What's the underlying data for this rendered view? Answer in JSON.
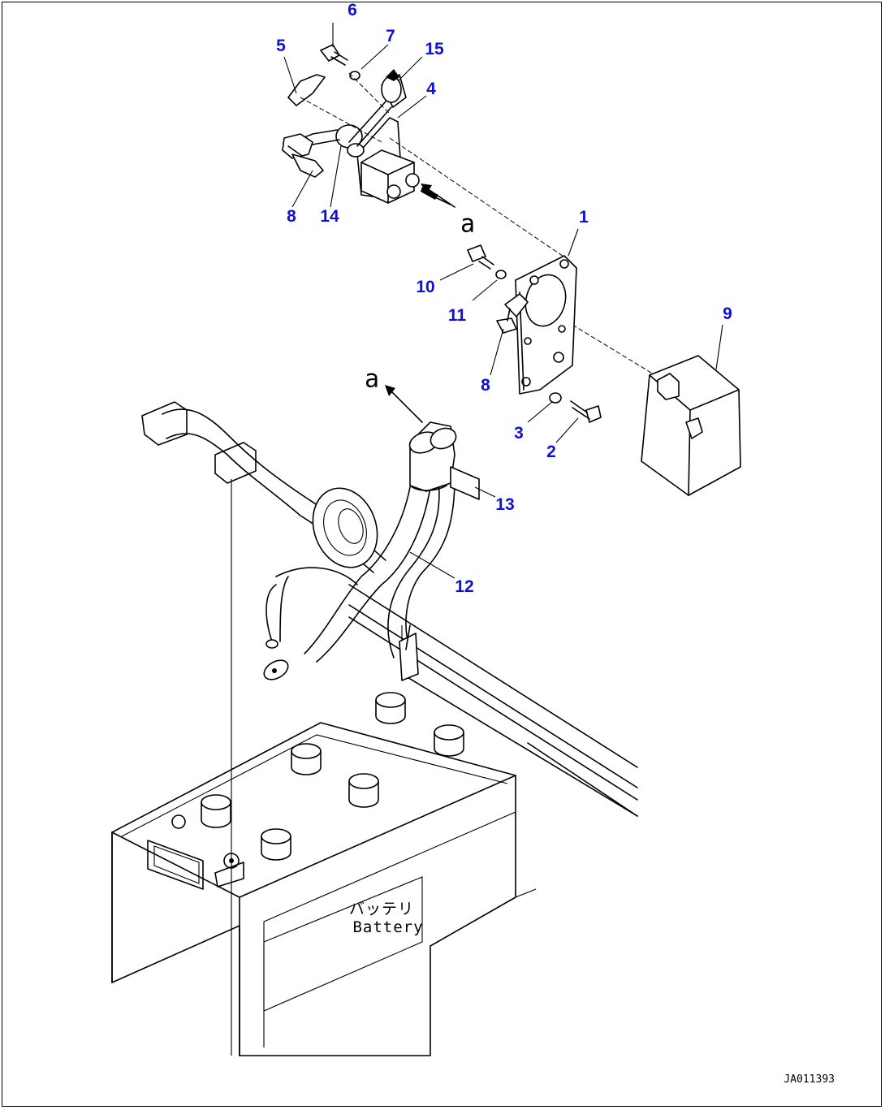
{
  "diagram": {
    "label_color": "#1010d0",
    "line_color": "#000000",
    "drawing_code": "JA011393",
    "reference_mark": "a",
    "battery_label_jp": "バッテリ",
    "battery_label_en": "Battery",
    "callouts": [
      {
        "id": "1",
        "text": "1"
      },
      {
        "id": "2",
        "text": "2"
      },
      {
        "id": "3",
        "text": "3"
      },
      {
        "id": "4",
        "text": "4"
      },
      {
        "id": "5",
        "text": "5"
      },
      {
        "id": "6",
        "text": "6"
      },
      {
        "id": "7",
        "text": "7"
      },
      {
        "id": "8a",
        "text": "8"
      },
      {
        "id": "8b",
        "text": "8"
      },
      {
        "id": "9",
        "text": "9"
      },
      {
        "id": "10",
        "text": "10"
      },
      {
        "id": "11",
        "text": "11"
      },
      {
        "id": "12",
        "text": "12"
      },
      {
        "id": "13",
        "text": "13"
      },
      {
        "id": "14",
        "text": "14"
      },
      {
        "id": "15",
        "text": "15"
      }
    ]
  }
}
